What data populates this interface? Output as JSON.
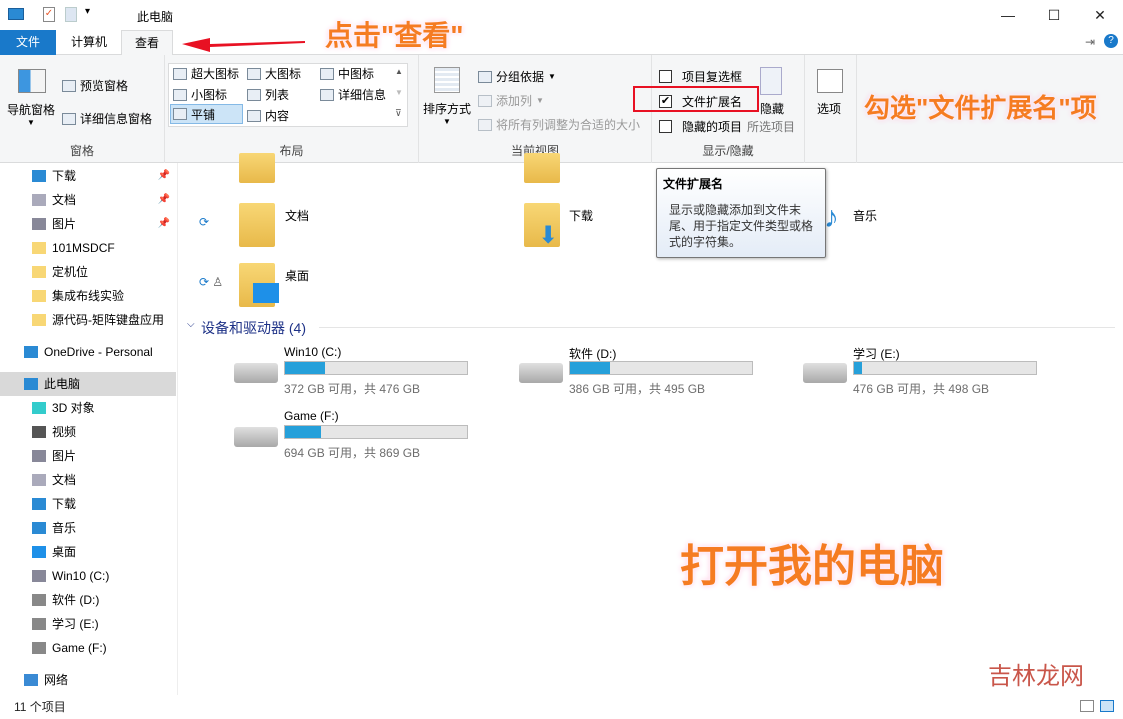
{
  "window": {
    "title": "此电脑",
    "minimize": "—",
    "maximize": "☐",
    "close": "✕"
  },
  "tabs": [
    {
      "label": "文件"
    },
    {
      "label": "计算机"
    },
    {
      "label": "查看"
    }
  ],
  "ribbon": {
    "panes": {
      "label": "窗格",
      "nav_pane": "导航窗格",
      "preview_pane": "预览窗格",
      "details_pane": "详细信息窗格"
    },
    "layout": {
      "label": "布局",
      "items": [
        "超大图标",
        "大图标",
        "中图标",
        "小图标",
        "列表",
        "详细信息",
        "平铺",
        "内容"
      ],
      "selected": "平铺"
    },
    "current_view": {
      "label": "当前视图",
      "sort_by": "排序方式",
      "group_by": "分组依据",
      "add_column": "添加列",
      "fit_columns": "将所有列调整为合适的大小"
    },
    "show_hide": {
      "label": "显示/隐藏",
      "item_checkboxes": "项目复选框",
      "item_checkboxes_checked": false,
      "file_extensions": "文件扩展名",
      "file_extensions_checked": true,
      "hidden_items": "隐藏的项目",
      "hidden_items_checked": false,
      "hide": "隐藏",
      "selected_items": "所选项目"
    },
    "options": {
      "label": "选项"
    }
  },
  "sidebar": {
    "items": [
      {
        "label": "下载",
        "pinned": true
      },
      {
        "label": "文档",
        "pinned": true
      },
      {
        "label": "图片",
        "pinned": true
      },
      {
        "label": "101MSDCF"
      },
      {
        "label": "定机位"
      },
      {
        "label": "集成布线实验"
      },
      {
        "label": "源代码-矩阵键盘应用"
      },
      {
        "label": "OneDrive - Personal"
      },
      {
        "label": "此电脑",
        "selected": true
      },
      {
        "label": "3D 对象"
      },
      {
        "label": "视频"
      },
      {
        "label": "图片"
      },
      {
        "label": "文档"
      },
      {
        "label": "下载"
      },
      {
        "label": "音乐"
      },
      {
        "label": "桌面"
      },
      {
        "label": "Win10 (C:)"
      },
      {
        "label": "软件 (D:)"
      },
      {
        "label": "学习 (E:)"
      },
      {
        "label": "Game (F:)"
      },
      {
        "label": "网络"
      }
    ]
  },
  "folders": [
    {
      "label": "文档"
    },
    {
      "label": "下载"
    },
    {
      "label": "音乐"
    },
    {
      "label": "桌面"
    }
  ],
  "devices_header": "设备和驱动器 (4)",
  "drives": [
    {
      "name": "Win10 (C:)",
      "free": "372 GB 可用，共 476 GB",
      "used_fraction": 0.22
    },
    {
      "name": "软件 (D:)",
      "free": "386 GB 可用，共 495 GB",
      "used_fraction": 0.22
    },
    {
      "name": "学习 (E:)",
      "free": "476 GB 可用，共 498 GB",
      "used_fraction": 0.044
    },
    {
      "name": "Game (F:)",
      "free": "694 GB 可用，共 869 GB",
      "used_fraction": 0.2
    }
  ],
  "tooltip": {
    "title": "文件扩展名",
    "body": "显示或隐藏添加到文件末尾、用于指定文件类型或格式的字符集。"
  },
  "status": "11 个项目",
  "annotations": {
    "click_view": "点击\"查看\"",
    "check_ext": "勾选\"文件扩展名\"项",
    "open_pc": "打开我的电脑",
    "watermark": "吉林龙网"
  },
  "colors": {
    "accent": "#1979ca",
    "annotation": "#f57c22",
    "highlight_box": "#e81123",
    "progress": "#26a0da"
  }
}
